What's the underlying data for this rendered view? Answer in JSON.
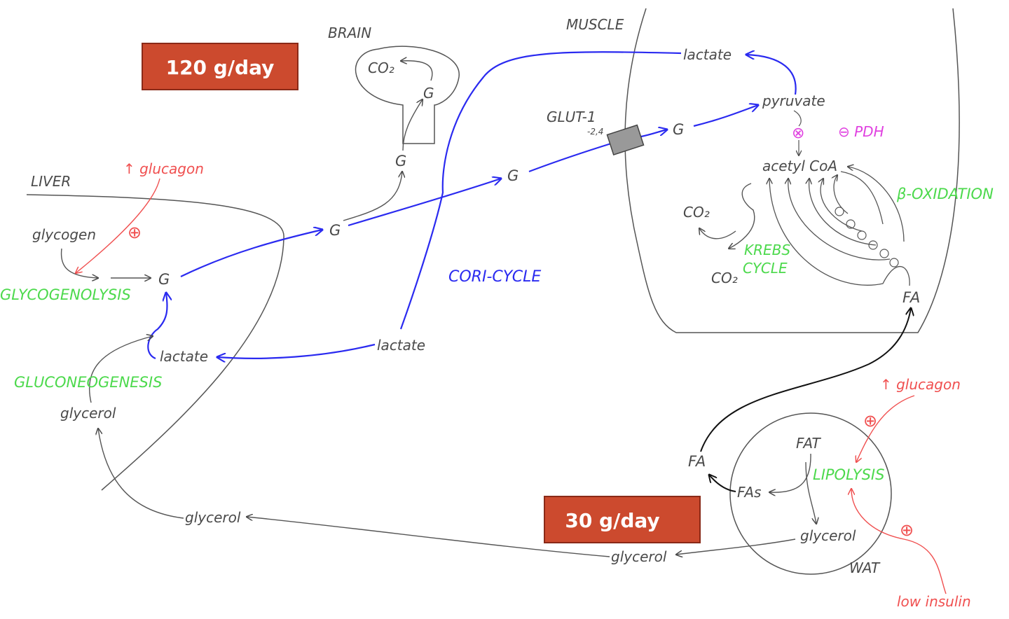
{
  "rate_boxes": {
    "top": "120 g/day",
    "bottom": "30 g/day"
  },
  "compartments": {
    "brain": "BRAIN",
    "muscle": "MUSCLE",
    "liver": "LIVER",
    "wat": "WAT"
  },
  "liver": {
    "glycogen": "glycogen",
    "glycogenolysis": "GLYCOGENOLYSIS",
    "glucose": "G",
    "lactate": "lactate",
    "gluconeogenesis": "GLUCONEOGENESIS",
    "glycerol": "glycerol",
    "glucagon": "↑ glucagon",
    "plus": "⊕"
  },
  "blood": {
    "g1": "G",
    "g2": "G",
    "g3": "G",
    "lactate": "lactate",
    "glycerol_left": "glycerol",
    "glycerol_mid": "glycerol",
    "cori_cycle": "CORI-CYCLE",
    "fa": "FA"
  },
  "brain": {
    "co2": "CO₂",
    "g": "G"
  },
  "muscle": {
    "glut": "GLUT-1",
    "glut_sub": "-2,4",
    "g": "G",
    "pyruvate": "pyruvate",
    "lactate": "lactate",
    "inhibit": "⊗",
    "pdh": "⊖ PDH",
    "acetyl_coa": "acetyl CoA",
    "beta_oxidation": "β-OXIDATION",
    "co2_a": "CO₂",
    "co2_b": "CO₂",
    "krebs": "KREBS",
    "cycle": "CYCLE",
    "fa": "FA"
  },
  "wat": {
    "fat": "FAT",
    "lipolysis": "LIPOLYSIS",
    "fas": "FAs",
    "glycerol": "glycerol",
    "glucagon": "↑ glucagon",
    "plus_top": "⊕",
    "plus_bottom": "⊕",
    "low_insulin": "low insulin"
  },
  "colors": {
    "box": "#cc4a2e",
    "blue": "#2a2af0",
    "green": "#4cd94c",
    "red": "#f05050",
    "magenta": "#e040e0",
    "gray": "#4a4a4a"
  }
}
